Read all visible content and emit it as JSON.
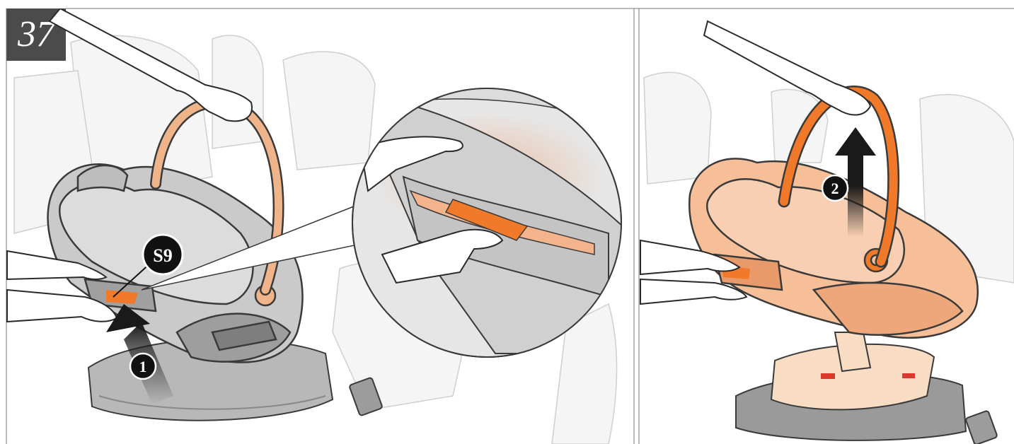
{
  "step": {
    "number": "37"
  },
  "callouts": {
    "part_label": "S9",
    "step_1": "1",
    "step_2": "2"
  },
  "colors": {
    "line": "#3a3a3a",
    "seat_grey": "#c9c9c9",
    "seat_light": "#e4e4e4",
    "background_seat": "#f3f3f3",
    "handle_light_orange": "#f0b48a",
    "highlight_orange": "#f07a2a",
    "lifted_seat": "#f6bf98",
    "base_cream": "#f9dcc4",
    "badge_bg": "#4b4b4b",
    "arrow_dark": "#1a1a1a",
    "callout_black": "#111111"
  },
  "icons": [
    "up-arrow-icon",
    "hand-icon",
    "numbered-circle-icon"
  ]
}
